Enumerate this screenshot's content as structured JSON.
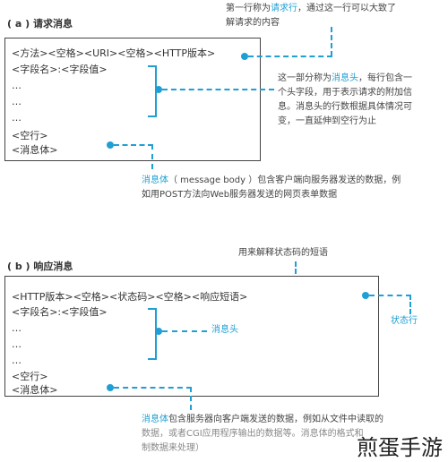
{
  "section_a": {
    "title": "( a ) 请求消息",
    "lines": [
      "<方法><空格><URI><空格><HTTP版本>",
      "<字段名>:<字段值>",
      "…",
      "…",
      "…",
      "<空行>",
      "<消息体>"
    ],
    "ann_request_line": {
      "pre": "第一行称为",
      "hl": "请求行",
      "post": "，通过这一行可以大致了",
      "line2": "解请求的内容"
    },
    "ann_header": {
      "pre": "这一部分称为",
      "hl": "消息头",
      "post": "，每行包含一",
      "line2": "个头字段，用于表示请求的附加信",
      "line3": "息。消息头的行数根据具体情况可",
      "line4": "变，一直延伸到空行为止"
    },
    "ann_body": {
      "hl": "消息体",
      "post": "（ message body ）包含客户端向服务器发送的数据，例",
      "line2": "如用POST方法向Web服务器发送的网页表单数据"
    }
  },
  "section_b": {
    "title": "( b ) 响应消息",
    "lines": [
      "<HTTP版本><空格><状态码><空格><响应短语>",
      "<字段名>:<字段值>",
      "…",
      "…",
      "…",
      "<空行>",
      "<消息体>"
    ],
    "ann_phrase": "用来解释状态码的短语",
    "ann_status": "状态行",
    "ann_header": "消息头",
    "ann_body": {
      "hl": "消息体",
      "post": "包含服务器向客户端发送的数据，例如从文件中读取的",
      "line2": "数据，或者CGI应用程序输出的数据等。消息体的格式和",
      "line3": "制数据来处理）"
    }
  },
  "watermark": "煎蛋手游",
  "colors": {
    "accent": "#1f9fd4",
    "border": "#444444",
    "text": "#333333"
  }
}
